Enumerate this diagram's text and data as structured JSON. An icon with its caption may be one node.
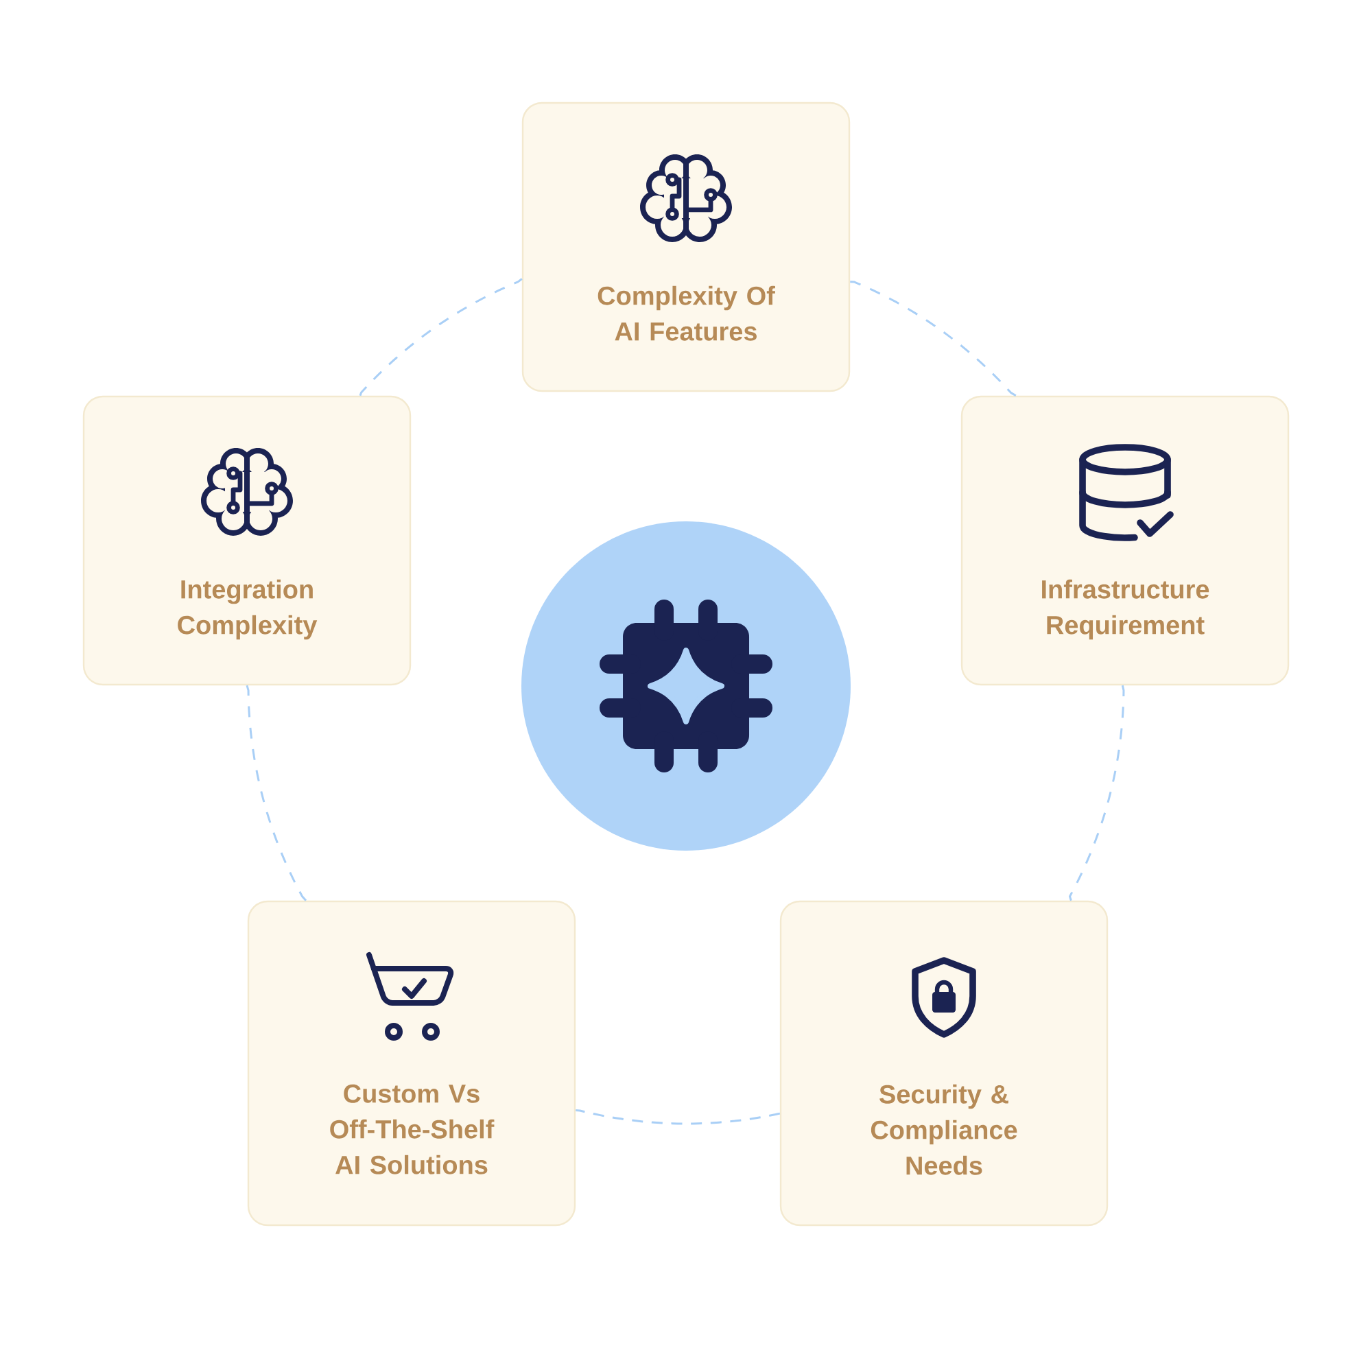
{
  "diagram": {
    "nodes": [
      {
        "text": [
          "Complexity Of AI Features"
        ]
      },
      {
        "text": [
          "Integration Complexity"
        ]
      },
      {
        "text": [
          "Infrastructure Requirement"
        ]
      },
      {
        "text": [],
        "shape": "circle"
      },
      {
        "text": [
          "Custom Vs Off-The-Shelf AI Solutions"
        ]
      },
      {
        "text": [
          "Security & Compliance Needs"
        ]
      }
    ],
    "edges": [
      {
        "from": 0,
        "to": 2,
        "arrow": "none",
        "style": "dashed"
      },
      {
        "from": 2,
        "to": 5,
        "arrow": "none",
        "style": "dashed"
      },
      {
        "from": 5,
        "to": 4,
        "arrow": "none",
        "style": "dashed"
      },
      {
        "from": 4,
        "to": 1,
        "arrow": "none",
        "style": "dashed"
      },
      {
        "from": 1,
        "to": 0,
        "arrow": "none",
        "style": "dashed"
      }
    ]
  }
}
